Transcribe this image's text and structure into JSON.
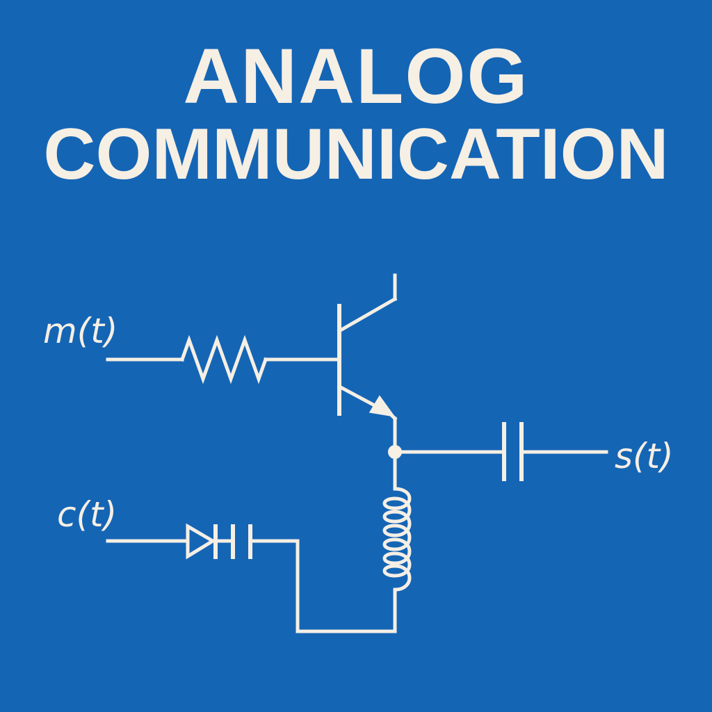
{
  "title": {
    "line1": "ANALOG",
    "line2": "COMMUNICATION"
  },
  "labels": {
    "message": "m(t)",
    "carrier": "c(t)",
    "output": "s(t)"
  },
  "colors": {
    "background": "#1565b5",
    "foreground": "#f6efe4"
  },
  "components": [
    "resistor",
    "npn-transistor",
    "capacitor",
    "inductor",
    "diode"
  ]
}
